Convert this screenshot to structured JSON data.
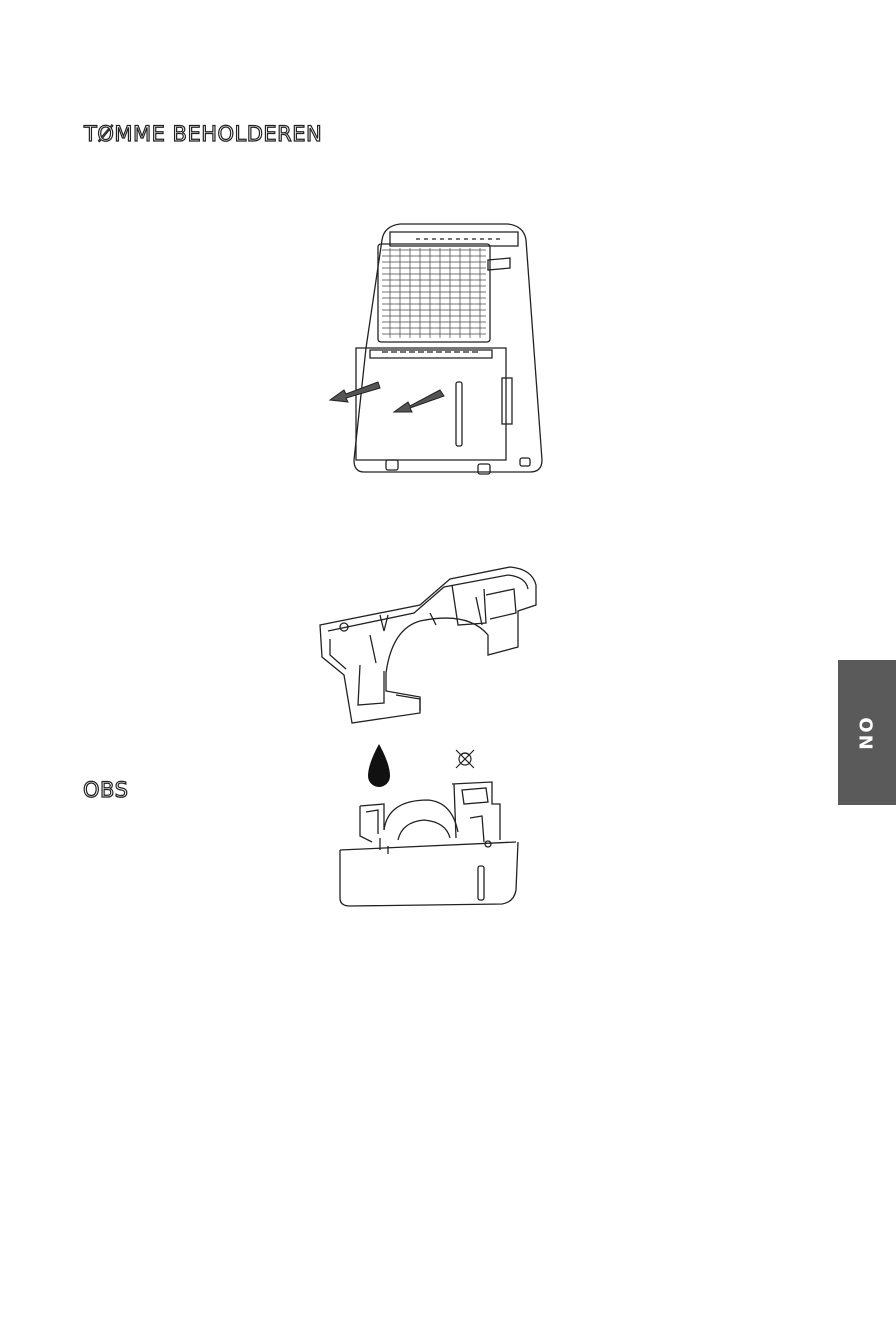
{
  "page": {
    "section_title": "TØMME BEHOLDEREN",
    "obs_title": "OBS",
    "language_tab": "NO"
  },
  "figures": [
    {
      "name": "dehumidifier-tank-removal-illustration"
    },
    {
      "name": "tank-interior-illustration"
    },
    {
      "name": "water-drop-icon"
    },
    {
      "name": "prohibited-float-icon"
    },
    {
      "name": "tank-front-illustration"
    }
  ],
  "colors": {
    "tab_background": "#5a5a5a",
    "tab_text": "#ffffff",
    "line_art": "#222222"
  }
}
